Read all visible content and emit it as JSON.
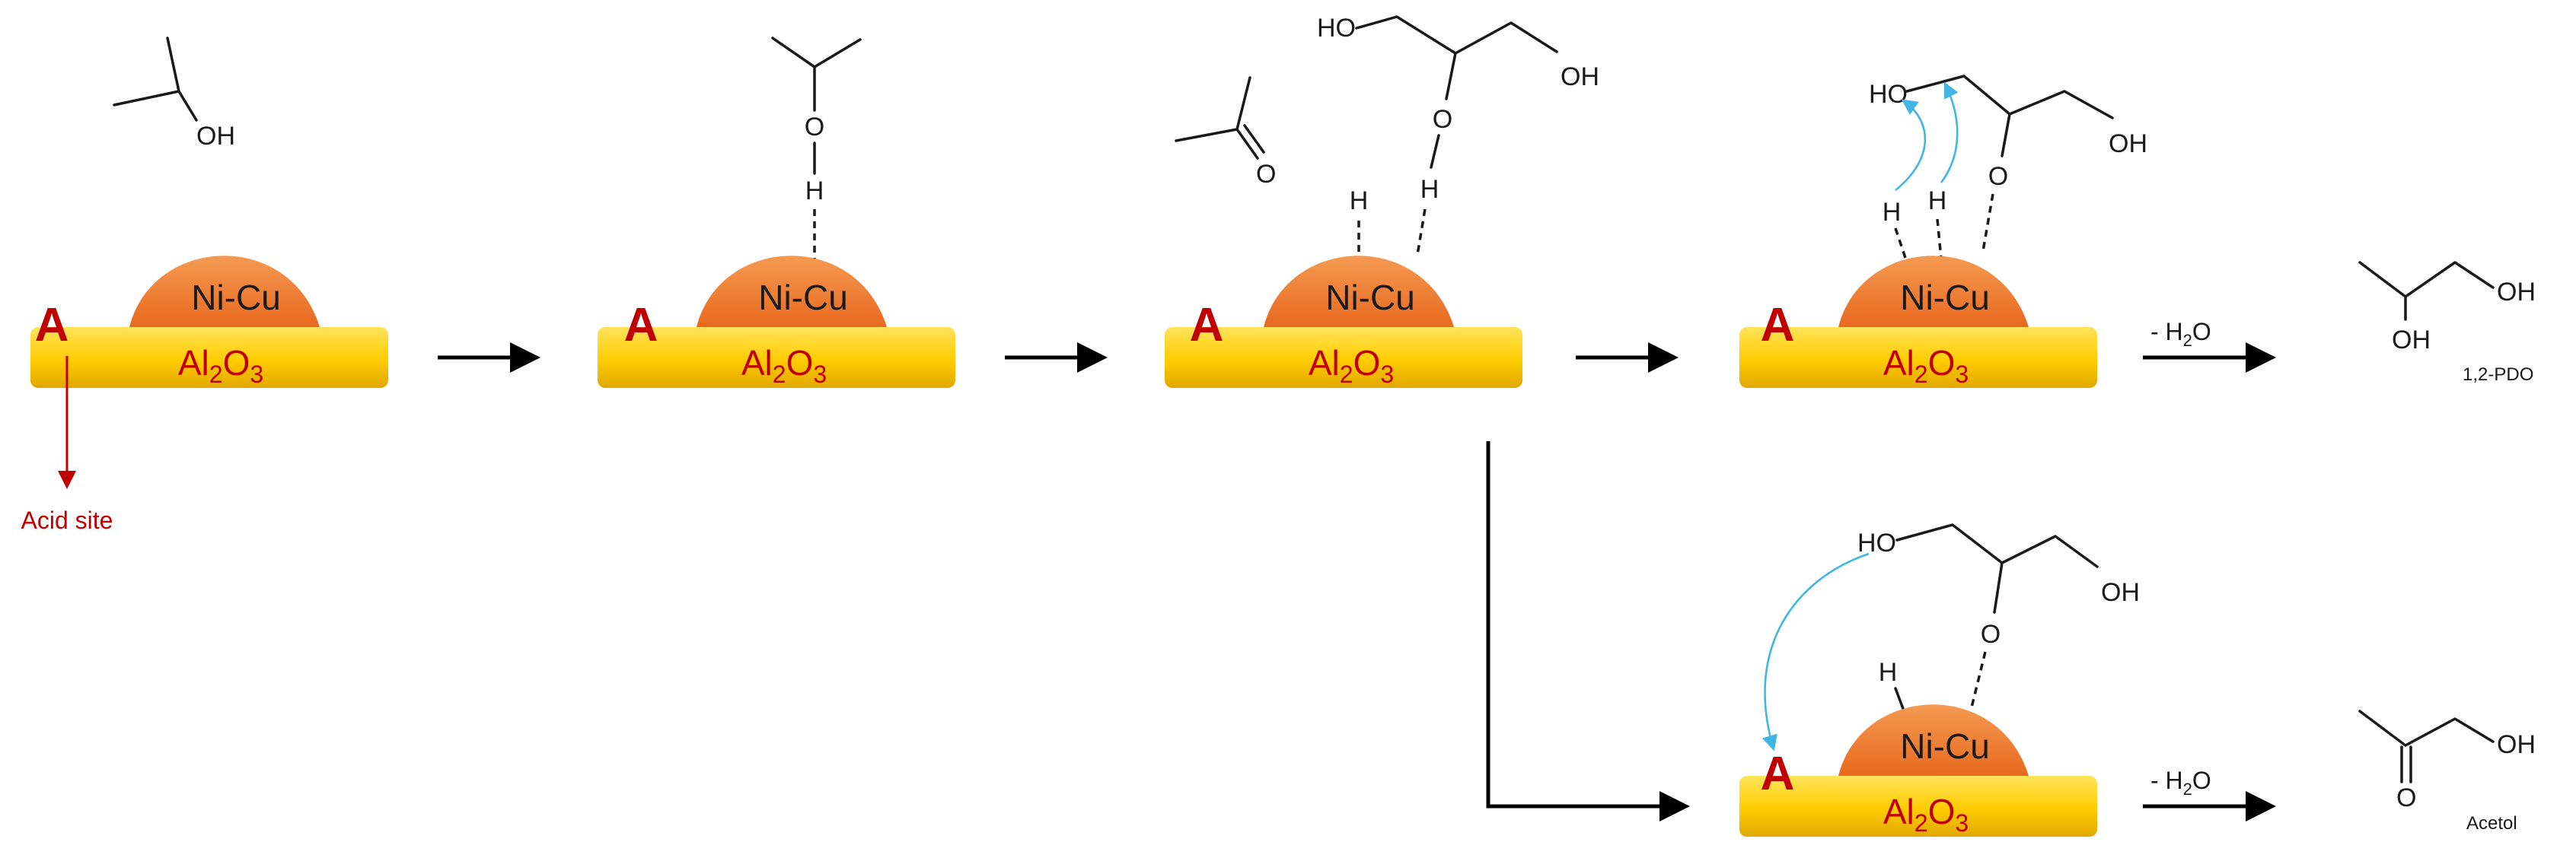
{
  "catalyst": {
    "metal_label": "Ni-Cu",
    "support_main": "Al",
    "support_sub1": "2",
    "support_mid": "O",
    "support_sub2": "3",
    "acid_letter": "A",
    "acid_site_label": "Acid site"
  },
  "atoms": {
    "oh": "OH",
    "ho": "HO",
    "o": "O",
    "h": "H"
  },
  "conditions": {
    "dehydration_prefix": "- H",
    "dehydration_sub": "2",
    "dehydration_suffix": "O"
  },
  "products": {
    "pdo": "1,2-PDO",
    "acetol": "Acetol"
  },
  "colors": {
    "metal": "#ee7a2e",
    "support": "#ffd21a",
    "acid": "#c00000",
    "electron_arrow": "#3fb6e6"
  }
}
